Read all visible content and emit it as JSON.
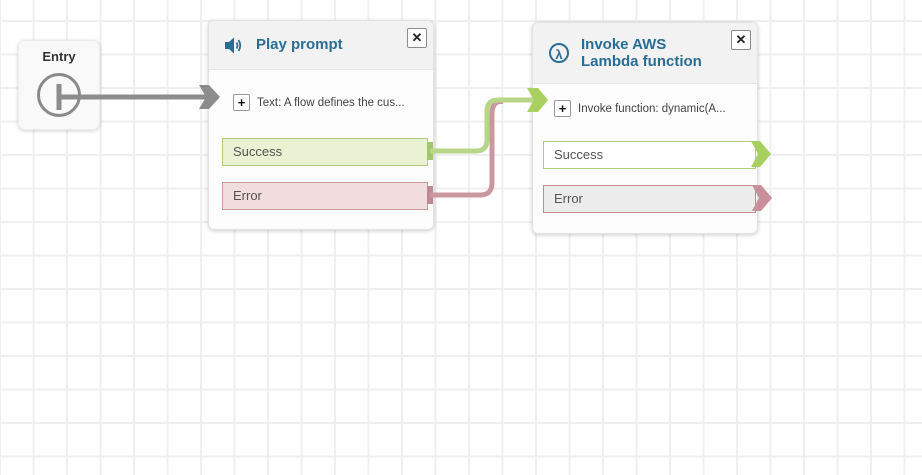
{
  "canvas": {
    "background": "#ffffff",
    "grid_line_color": "#efefef"
  },
  "entry_node": {
    "label": "Entry"
  },
  "nodes": [
    {
      "title": "Play prompt",
      "icon": "speaker-icon",
      "close_label": "✕",
      "add_button_label": "+",
      "action_text": "Text: A flow defines the cus...",
      "outputs": [
        {
          "label": "Success",
          "status": "success"
        },
        {
          "label": "Error",
          "status": "error"
        }
      ]
    },
    {
      "title": "Invoke AWS Lambda function",
      "icon": "lambda-icon",
      "icon_glyph": "λ",
      "close_label": "✕",
      "add_button_label": "+",
      "action_text": "Invoke function: dynamic(A...",
      "outputs": [
        {
          "label": "Success",
          "status": "success"
        },
        {
          "label": "Error",
          "status": "error"
        }
      ]
    }
  ],
  "connections": [
    {
      "from": "Entry",
      "to": "Play prompt",
      "color": "#8c8c8c"
    },
    {
      "from": "Play prompt / Success",
      "to": "Invoke AWS Lambda function",
      "color": "#b8d687"
    },
    {
      "from": "Play prompt / Error",
      "to": "Invoke AWS Lambda function",
      "color": "#c9989f"
    }
  ],
  "colors": {
    "title_blue": "#2a6d94",
    "header_bg": "#f2f2f2",
    "success_fill": "#e9f2d2",
    "success_border": "#b2cb7f",
    "error_fill": "#f1dddd",
    "error_border": "#c89b9f",
    "lambda_error_fill": "#ececec",
    "lambda_error_border": "#c08f96",
    "connector_gray": "#8c8c8c",
    "connector_green": "#b8d687",
    "connector_green_stub": "#a3c571",
    "arrow_green": "#a8d05f",
    "connector_pink": "#c9989f",
    "connector_pink_stub": "#bf8a93",
    "arrow_pink": "#c98f9b"
  }
}
